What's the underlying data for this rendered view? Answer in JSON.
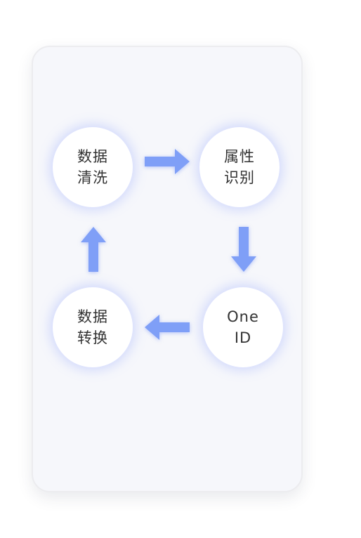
{
  "diagram": {
    "nodes": [
      {
        "id": "top-left",
        "line1": "数据",
        "line2": "清洗"
      },
      {
        "id": "top-right",
        "line1": "属性",
        "line2": "识别"
      },
      {
        "id": "bottom-right",
        "line1": "One",
        "line2": "ID"
      },
      {
        "id": "bottom-left",
        "line1": "数据",
        "line2": "转换"
      }
    ],
    "edges": [
      {
        "from": "top-left",
        "to": "top-right",
        "direction": "right"
      },
      {
        "from": "top-right",
        "to": "bottom-right",
        "direction": "down"
      },
      {
        "from": "bottom-right",
        "to": "bottom-left",
        "direction": "left"
      },
      {
        "from": "bottom-left",
        "to": "top-left",
        "direction": "up"
      }
    ],
    "colors": {
      "arrow": "#7f9ff7",
      "node_fill": "#ffffff",
      "node_glow": "#8ca0ff",
      "card_background": "#f6f7fb",
      "text": "#333333"
    }
  }
}
